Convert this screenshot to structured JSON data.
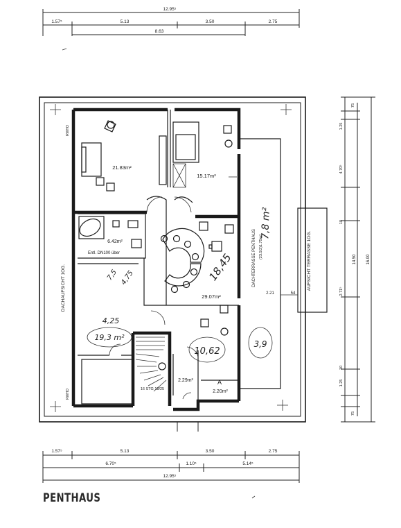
{
  "title": "PENTHAUS",
  "top_dimensions": {
    "total_top": "12.95⁵",
    "row": [
      "1.57⁵",
      "5.13",
      "3.50",
      "2.75"
    ],
    "sub": "8.63"
  },
  "bottom_dimensions": {
    "row1": [
      "1.57⁵",
      "5.13",
      "3.50",
      "2.75"
    ],
    "row2": [
      "6.70⁵",
      "1.10⁵",
      "5.14⁵"
    ],
    "total": "12.95⁵"
  },
  "right_dimensions": {
    "segments": [
      "75",
      "1.25",
      "4.70⁵",
      "10",
      "2.71⁵",
      "10",
      "1.25",
      "75"
    ],
    "middle": "14.50",
    "total": "16.00"
  },
  "rooms": {
    "living": "21.83m²",
    "bedroom": "15.17m²",
    "bath": "6.42m²",
    "bath_note": "Entl. DN100 über",
    "main": "29.07m²",
    "hall": "2.29m²",
    "storage": "2.20m²",
    "storage_label": "A",
    "stairs": "16 STG 18/25"
  },
  "labels": {
    "roof_left": "DACHAUFSICHT 1OG.",
    "terrace": "DACHTERRASSE PENTHAUS",
    "terrace_dims": "(23.5/2)1.75m²",
    "terrace_view": "AUFSICHT TERRASSE 1OG.",
    "dim_221": "2.21",
    "dim_54": "54",
    "riser": "RWHO"
  },
  "handwritten": {
    "main_area": "18,45",
    "terrace_area": "7,8 m²",
    "left_a": "7,5",
    "left_b": "4,75",
    "left_c": "4,25",
    "left_d": "19,3 m²",
    "right_a": "10,62",
    "right_b": "3,9"
  }
}
